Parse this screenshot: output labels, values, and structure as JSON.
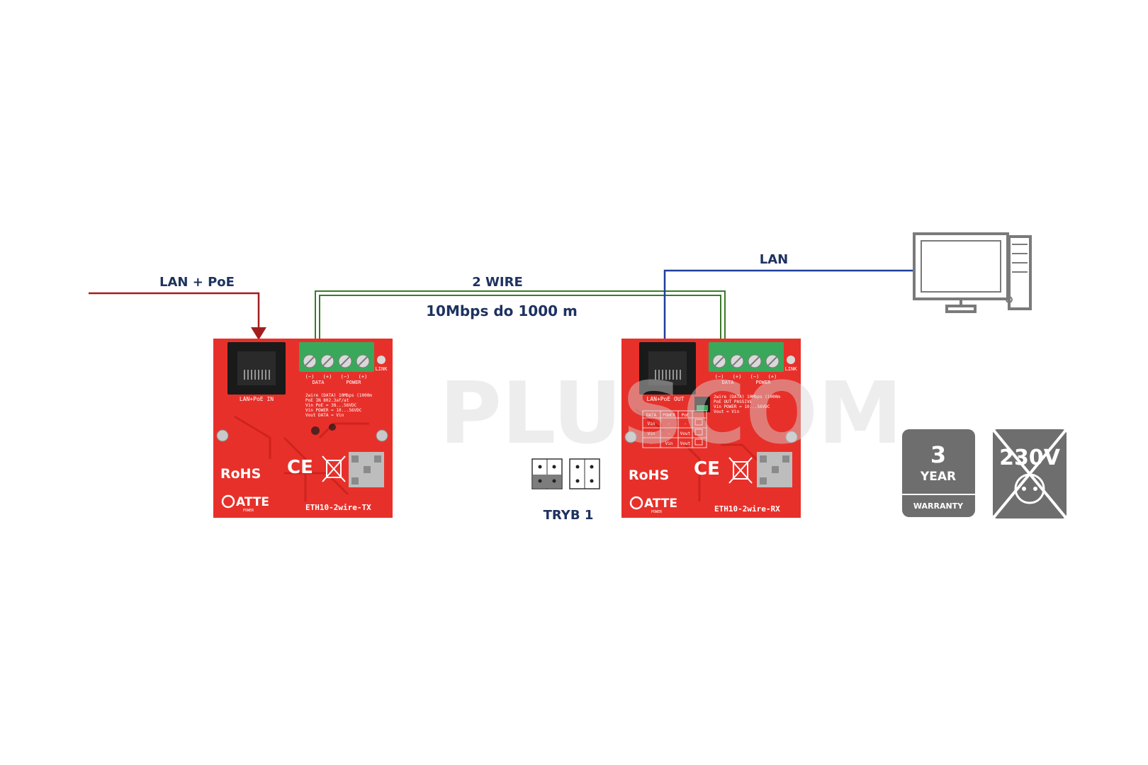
{
  "labels": {
    "lan_poe": "LAN + PoE",
    "two_wire": "2 WIRE",
    "speed": "10Mbps do 1000 m",
    "lan": "LAN",
    "mode": "TRYB 1"
  },
  "tx_board": {
    "port_label": "LAN+PoE IN",
    "terminal_minus_1": "(−)",
    "terminal_plus_1": "(+)",
    "terminal_minus_2": "(−)",
    "terminal_plus_2": "(+)",
    "data_label": "DATA",
    "power_label": "POWER",
    "link_label": "LINK",
    "spec_1": "2wire (DATA) 10Mbps (1000m",
    "spec_2": "PoE IN 802.3af/at",
    "spec_3": "Vin PoE = 38...56VDC",
    "spec_4": "Vin POWER = 10...56VDC",
    "spec_5": "Vout DATA = Vin",
    "rohs": "RoHS",
    "ce": "CE",
    "brand": "ATTE",
    "brand_sub": "POWER",
    "model": "ETH10-2wire-TX"
  },
  "rx_board": {
    "port_label": "LAN+PoE OUT",
    "terminal_minus_1": "(−)",
    "terminal_plus_1": "(+)",
    "terminal_minus_2": "(−)",
    "terminal_plus_2": "(+)",
    "data_label": "DATA",
    "power_label": "POWER",
    "link_label": "LINK",
    "spec_1": "2wire (DATA) 10Mbps (1000m",
    "spec_2": "PoE OUT PASSIVE",
    "spec_3": "Vin POWER = 10...56VDC",
    "spec_4": "Vout = Vin",
    "table_h1": "DATA",
    "table_h2": "POWER",
    "table_h3": "PoE",
    "r1c1": "Vin",
    "r1c2": "-",
    "r1c3": "-",
    "r2c1": "Vin",
    "r2c2": "-",
    "r2c3": "Vout",
    "r3c1": "-",
    "r3c2": "Vin",
    "r3c3": "Vout",
    "rohs": "RoHS",
    "ce": "CE",
    "brand": "ATTE",
    "brand_sub": "POWER",
    "model": "ETH10-2wire-RX"
  },
  "watermark": "PLUSCOM",
  "warranty_badge": {
    "number": "3",
    "word": "YEAR",
    "caption": "WARRANTY"
  },
  "voltage_badge": {
    "text": "230V"
  },
  "colors": {
    "pcb_red": "#e8302a",
    "lan_poe_line": "#a31d1d",
    "two_wire_line": "#3a7a2a",
    "lan_line": "#1f3f9a",
    "label_text": "#1e3260",
    "terminal_green": "#3aa85a",
    "badge_gray": "#6e6e6e"
  },
  "icons": {
    "computer": "desktop-computer-icon",
    "jumper_closed": "jumper-closed-icon",
    "jumper_open": "jumper-open-icon",
    "warranty": "warranty-badge-icon",
    "no_230v": "no-mains-voltage-icon"
  }
}
